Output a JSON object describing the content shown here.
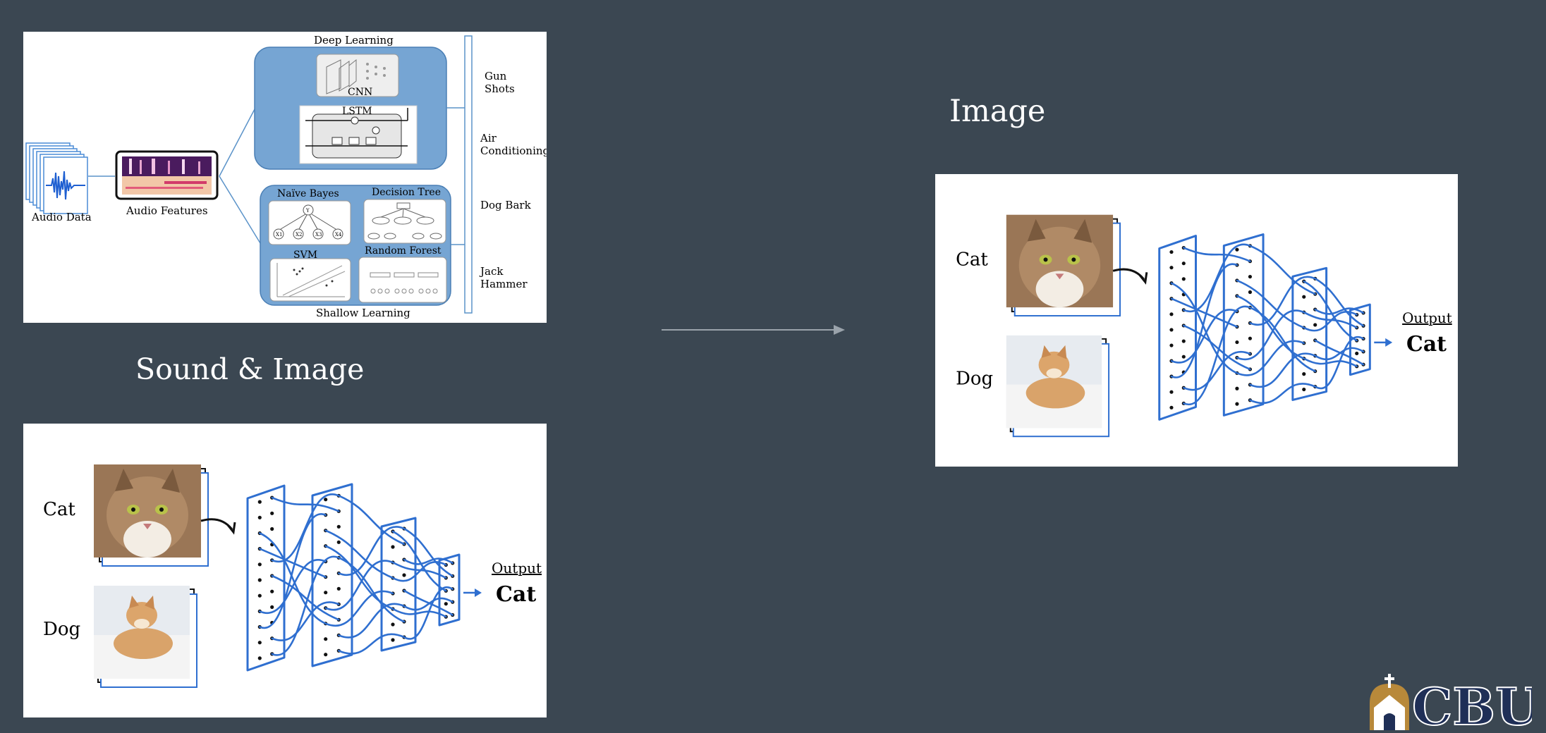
{
  "headings": {
    "sound_image": "Sound & Image",
    "image": "Image"
  },
  "audio_diagram": {
    "audio_data": "Audio Data",
    "audio_features": "Audio Features",
    "deep_learning": "Deep Learning",
    "cnn": "CNN",
    "lstm": "LSTM",
    "naive_bayes": "Naïve Bayes",
    "decision_tree": "Decision Tree",
    "svm": "SVM",
    "random_forest": "Random Forest",
    "shallow_learning": "Shallow Learning",
    "classes": [
      "Gun Shots",
      "Air Conditioning",
      "Dog Bark",
      "Jack Hammer"
    ],
    "nb_nodes": [
      "Y",
      "X1",
      "X2",
      "X3",
      "X4"
    ]
  },
  "nn_diagram": {
    "cat_label": "Cat",
    "dog_label": "Dog",
    "output_label": "Output",
    "output_value": "Cat"
  },
  "logo": {
    "text": "CBU",
    "colors": {
      "navy": "#1f2f57",
      "gold": "#b8893a"
    }
  },
  "colors": {
    "background": "#3b4752",
    "diagram_blue": "#5b93c9",
    "net_blue": "#2f6fd0"
  }
}
